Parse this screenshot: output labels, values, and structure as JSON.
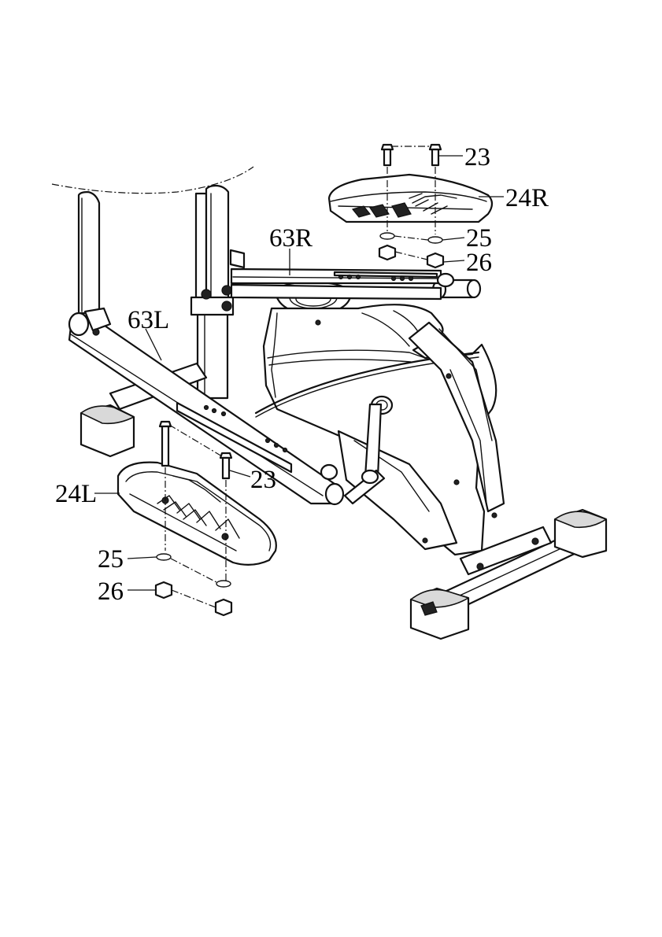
{
  "diagram": {
    "labels": {
      "part_23_top": "23",
      "part_24R": "24R",
      "part_25_top": "25",
      "part_26_top": "26",
      "part_63R": "63R",
      "part_63L": "63L",
      "part_23_bottom": "23",
      "part_24L": "24L",
      "part_25_bottom": "25",
      "part_26_bottom": "26"
    }
  }
}
